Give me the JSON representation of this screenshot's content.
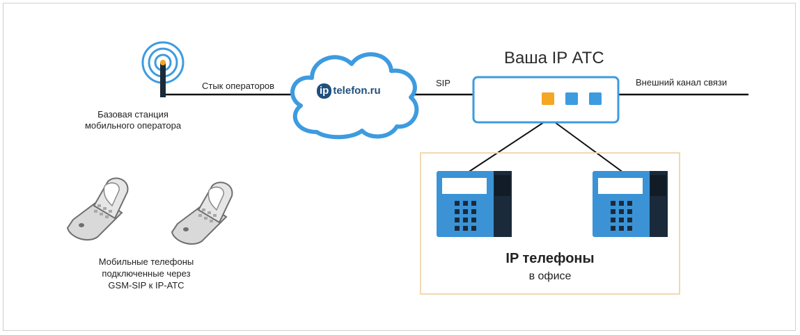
{
  "labels": {
    "base_station": "Базовая станция\nмобильного оператора",
    "operator_link": "Стык операторов",
    "sip": "SIP",
    "pbx_title": "Ваша IP АТС",
    "external_link": "Внешний канал связи",
    "office_phones_title": "IP телефоны",
    "office_phones_sub": "в офисе",
    "mobile_phones": "Мобильные телефоны\nподключенные через\nGSM-SIP к IP-АТС",
    "cloud_logo_ip": "ip",
    "cloud_logo_rest": "telefon.ru"
  },
  "colors": {
    "blue": "#3d9be0",
    "dark_blue": "#1f4f7e",
    "orange": "#f5a623",
    "phone_body": "#3b93d6",
    "phone_dark": "#1b2a3a",
    "office_border": "#f0d9b0"
  }
}
